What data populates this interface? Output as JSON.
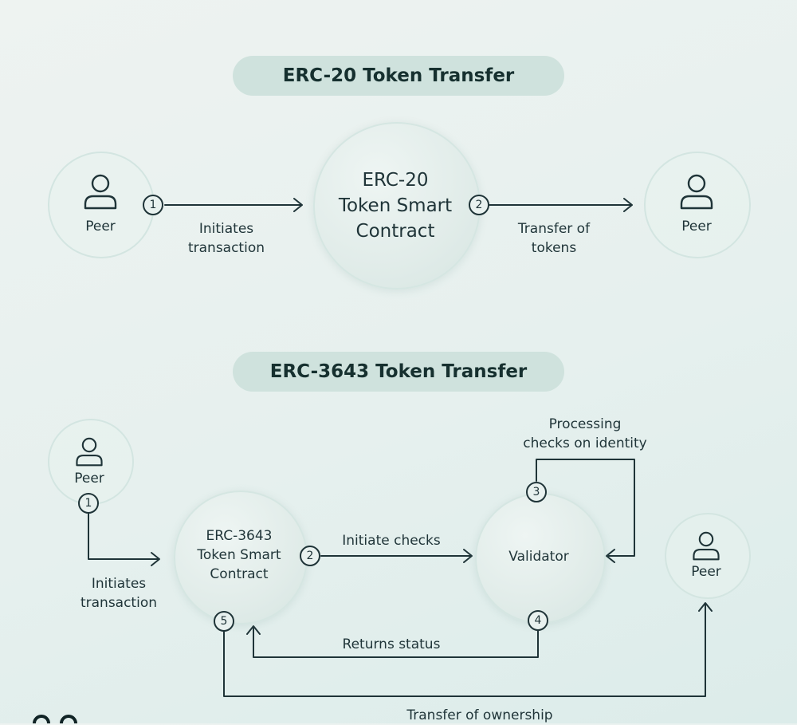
{
  "erc20": {
    "title": "ERC-20 Token Transfer",
    "left_peer": "Peer",
    "right_peer": "Peer",
    "contract_line1": "ERC-20",
    "contract_line2": "Token Smart",
    "contract_line3": "Contract",
    "step1": "1",
    "step1_line1": "Initiates",
    "step1_line2": "transaction",
    "step2": "2",
    "step2_line1": "Transfer of",
    "step2_line2": "tokens"
  },
  "erc3643": {
    "title": "ERC-3643 Token Transfer",
    "sender_peer": "Peer",
    "receiver_peer": "Peer",
    "contract_line1": "ERC-3643",
    "contract_line2": "Token Smart",
    "contract_line3": "Contract",
    "validator": "Validator",
    "step1": "1",
    "step1_line1": "Initiates",
    "step1_line2": "transaction",
    "step2": "2",
    "step2_label": "Initiate checks",
    "step3": "3",
    "step3_line1": "Processing",
    "step3_line2": "checks on identity",
    "step4": "4",
    "step4_label": "Returns status",
    "step5": "5",
    "step5_label": "Transfer of ownership"
  },
  "icons": {
    "peer": "person-icon",
    "arrow": "arrow-right-icon"
  },
  "colors": {
    "line": "#1f3438",
    "pill": "#cfe2dd",
    "circle": "#e1ece9"
  }
}
